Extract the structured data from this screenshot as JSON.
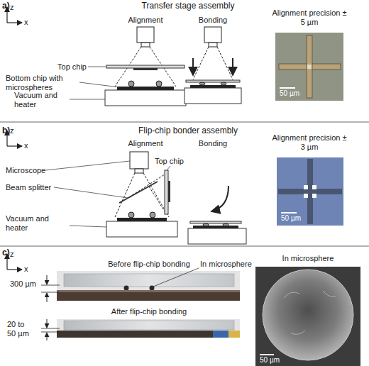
{
  "diagram": {
    "nodes": [
      {
        "text": [
          "a)",
          "Transfer stage assembly"
        ]
      },
      {
        "text": [
          "50 µm"
        ],
        "in": 0
      },
      {
        "text": [
          "b)",
          "Flip-chip bonder assembly"
        ]
      },
      {
        "text": [
          "50 µm"
        ],
        "in": 2
      },
      {
        "text": [
          "c)"
        ]
      },
      {
        "text": [
          "Before flip-chip bonding"
        ],
        "in": 4
      },
      {
        "text": [
          "After flip-chip bonding"
        ],
        "in": 4
      },
      {
        "text": [
          "In microsphere",
          "50 µm"
        ],
        "in": 4
      }
    ],
    "labels": [
      "z",
      "x",
      "Alignment",
      "Bonding",
      "Alignment precision ± 5 µm",
      "Top chip",
      "Bottom chip with microspheres",
      "Vacuum and heater",
      "z",
      "x",
      "Alignment",
      "Bonding",
      "Alignment precision ± 3 µm",
      "Microscope",
      "Top chip",
      "Beam splitter",
      "Vacuum and heater",
      "z",
      "x",
      "In microsphere",
      "300 µm",
      "20 to 50 µm"
    ]
  }
}
